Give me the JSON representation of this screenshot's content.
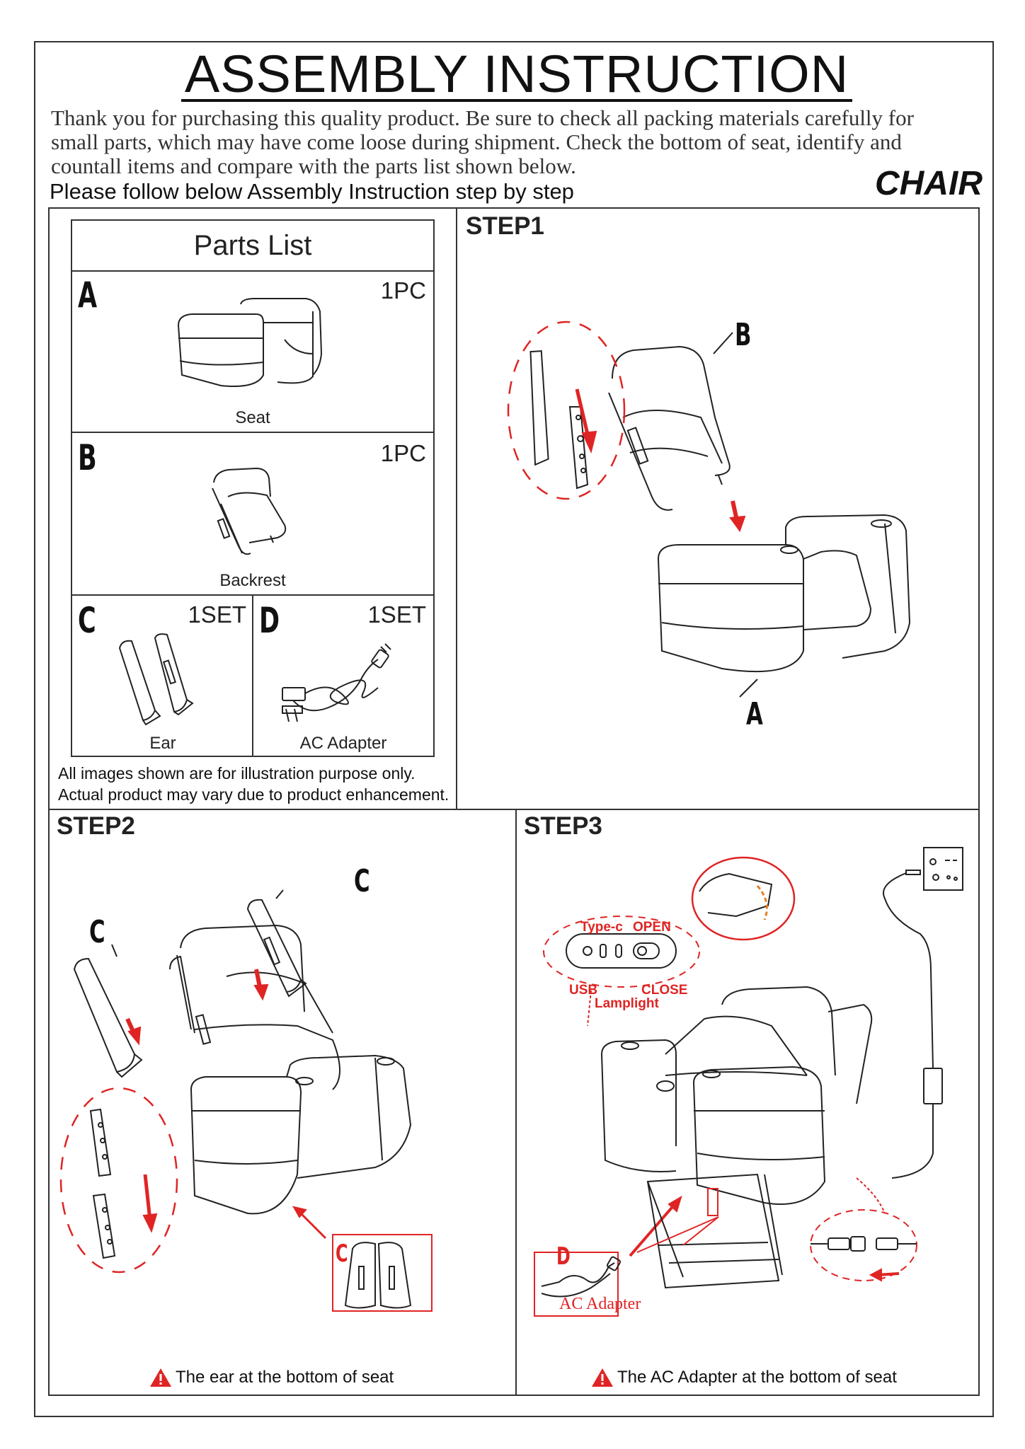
{
  "header": {
    "title": "ASSEMBLY INSTRUCTION",
    "intro_line1": "Thank you for purchasing this quality product. Be sure to check all packing materials carefully for",
    "intro_line2": "small parts, which may have come loose during shipment. Check the bottom of seat, identify and",
    "intro_line3": "countall items and compare with the parts list shown below.",
    "follow": "Please follow below Assembly Instruction step by step",
    "product": "CHAIR"
  },
  "parts_list": {
    "title": "Parts List",
    "items": [
      {
        "letter": "A",
        "qty": "1PC",
        "name": "Seat"
      },
      {
        "letter": "B",
        "qty": "1PC",
        "name": "Backrest"
      },
      {
        "letter": "C",
        "qty": "1SET",
        "name": "Ear"
      },
      {
        "letter": "D",
        "qty": "1SET",
        "name": "AC Adapter"
      }
    ],
    "note_line1": "All images shown are for illustration purpose only.",
    "note_line2": "Actual product may vary due to product enhancement."
  },
  "step1": {
    "title": "STEP1",
    "label_b": "B",
    "label_a": "A"
  },
  "step2": {
    "title": "STEP2",
    "label_c1": "C",
    "label_c2": "C",
    "label_c3": "C",
    "warning": "The ear at the bottom of seat"
  },
  "step3": {
    "title": "STEP3",
    "type_c": "Type-c",
    "open": "OPEN",
    "usb": "USB",
    "close": "CLOSE",
    "lamplight": "Lamplight",
    "label_d": "D",
    "adapter": "AC Adapter",
    "warning": "The AC Adapter at the bottom of seat"
  },
  "colors": {
    "accent_red": "#e02424",
    "line": "#222222"
  }
}
